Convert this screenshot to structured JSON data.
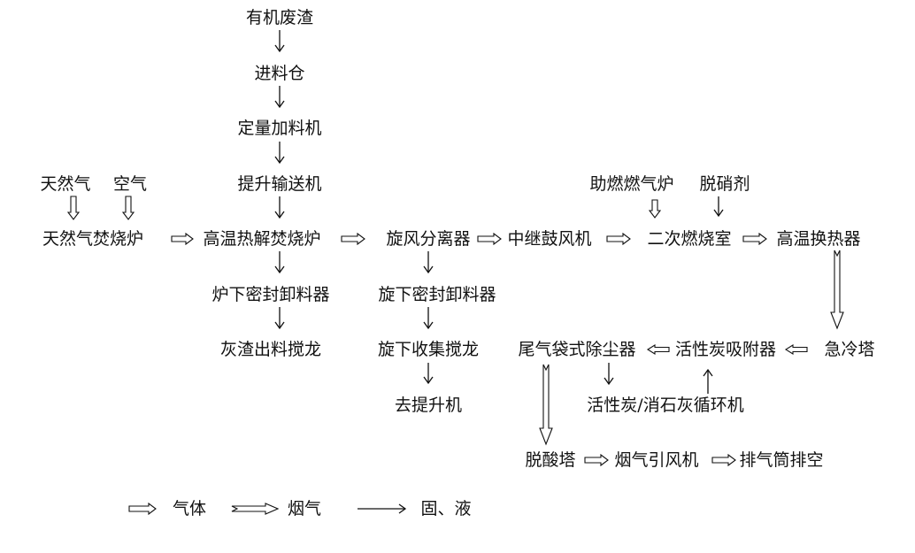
{
  "nodes": {
    "organic_waste": "有机废渣",
    "feed_bin": "进料仓",
    "quant_feeder": "定量加料机",
    "lift_conveyor": "提升输送机",
    "natural_gas": "天然气",
    "air": "空气",
    "ng_incinerator": "天然气焚烧炉",
    "pyrolysis_furnace": "高温热解焚烧炉",
    "furnace_valve": "炉下密封卸料器",
    "ash_auger": "灰渣出料搅龙",
    "cyclone": "旋风分离器",
    "cyclone_valve": "旋下密封卸料器",
    "cyclone_auger": "旋下收集搅龙",
    "to_lift": "去提升机",
    "relay_blower": "中继鼓风机",
    "aux_burner": "助燃燃气炉",
    "denitrator": "脱硝剂",
    "secondary_chamber": "二次燃烧室",
    "heat_exchanger": "高温换热器",
    "quench_tower": "急冷塔",
    "carbon_adsorber": "活性炭吸附器",
    "bag_filter": "尾气袋式除尘器",
    "carbon_lime_loop": "活性炭/消石灰循环机",
    "deacid_tower": "脱酸塔",
    "id_fan": "烟气引风机",
    "stack": "排气筒排空"
  },
  "legend": {
    "gas": "气体",
    "flue_gas": "烟气",
    "solid_liquid": "固、液"
  }
}
